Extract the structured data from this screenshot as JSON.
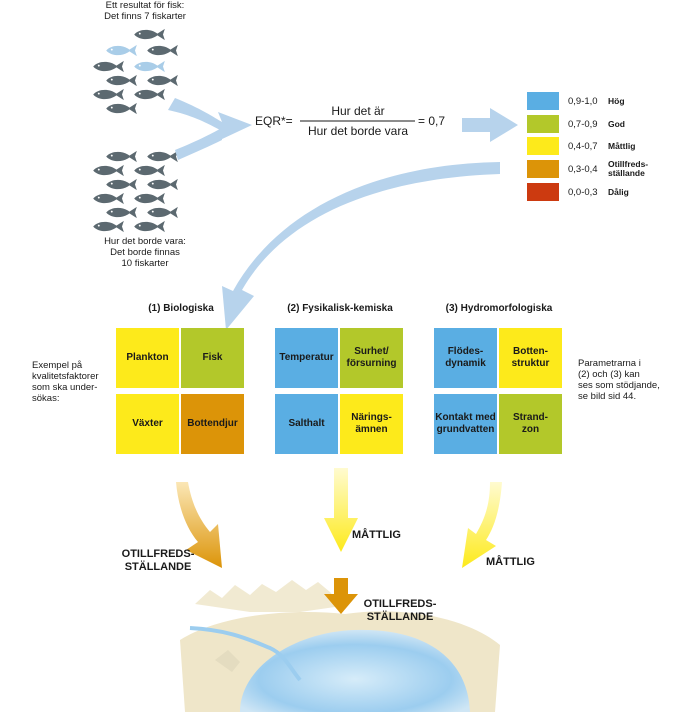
{
  "fish": {
    "top_caption": [
      "Ett resultat för fisk:",
      "Det finns 7 fiskarter"
    ],
    "bottom_caption": [
      "Hur det borde vara:",
      "Det borde finnas",
      "10 fiskarter"
    ]
  },
  "formula": {
    "prefix": "EQR*=",
    "numerator": "Hur det är",
    "denominator": "Hur det borde vara",
    "result": "= 0,7"
  },
  "legend": [
    {
      "range": "0,9-1,0",
      "label": [
        "Hög"
      ],
      "color": "#5aaee3"
    },
    {
      "range": "0,7-0,9",
      "label": [
        "God"
      ],
      "color": "#b3c82a"
    },
    {
      "range": "0,4-0,7",
      "label": [
        "Måttlig"
      ],
      "color": "#fdea1b"
    },
    {
      "range": "0,3-0,4",
      "label": [
        "Otillfreds-",
        "ställande"
      ],
      "color": "#dc9408"
    },
    {
      "range": "0,0-0,3",
      "label": [
        "Dålig"
      ],
      "color": "#cc3a10"
    }
  ],
  "left_note": [
    "Exempel på",
    "kvalitetsfaktorer",
    "som ska under-",
    "sökas:"
  ],
  "right_note": [
    "Parametrarna i",
    "(2) och (3) kan",
    "ses som stödjande,",
    "se bild sid 44."
  ],
  "sections": [
    {
      "title": "(1) Biologiska",
      "cells": [
        {
          "text": [
            "Plankton"
          ],
          "color": "#fdea1b"
        },
        {
          "text": [
            "Fisk"
          ],
          "color": "#b3c82a"
        },
        {
          "text": [
            "Växter"
          ],
          "color": "#fdea1b"
        },
        {
          "text": [
            "Bottendjur"
          ],
          "color": "#dc9408"
        }
      ]
    },
    {
      "title": "(2) Fysikalisk-kemiska",
      "cells": [
        {
          "text": [
            "Temperatur"
          ],
          "color": "#5aaee3"
        },
        {
          "text": [
            "Surhet/",
            "försurning"
          ],
          "color": "#b3c82a"
        },
        {
          "text": [
            "Salthalt"
          ],
          "color": "#5aaee3"
        },
        {
          "text": [
            "Närings-",
            "ämnen"
          ],
          "color": "#fdea1b"
        }
      ]
    },
    {
      "title": "(3) Hydromorfologiska",
      "cells": [
        {
          "text": [
            "Flödes-",
            "dynamik"
          ],
          "color": "#5aaee3"
        },
        {
          "text": [
            "Botten-",
            "struktur"
          ],
          "color": "#fdea1b"
        },
        {
          "text": [
            "Kontakt med",
            "grundvatten"
          ],
          "color": "#5aaee3"
        },
        {
          "text": [
            "Strand-",
            "zon"
          ],
          "color": "#b3c82a"
        }
      ]
    }
  ],
  "results": {
    "biological": [
      "OTILLFREDS-",
      "STÄLLANDE"
    ],
    "physchem": [
      "MÅTTLIG"
    ],
    "hydromorph": [
      "MÅTTLIG"
    ],
    "overall": [
      "OTILLFREDS-",
      "STÄLLANDE"
    ]
  },
  "colors": {
    "flow_arrow": "#b7d3ec",
    "fish_dark": "#5c6970",
    "fish_light": "#a9cde8",
    "arrow_orange": "#dc9408",
    "arrow_yellow": "#fdea1b"
  }
}
